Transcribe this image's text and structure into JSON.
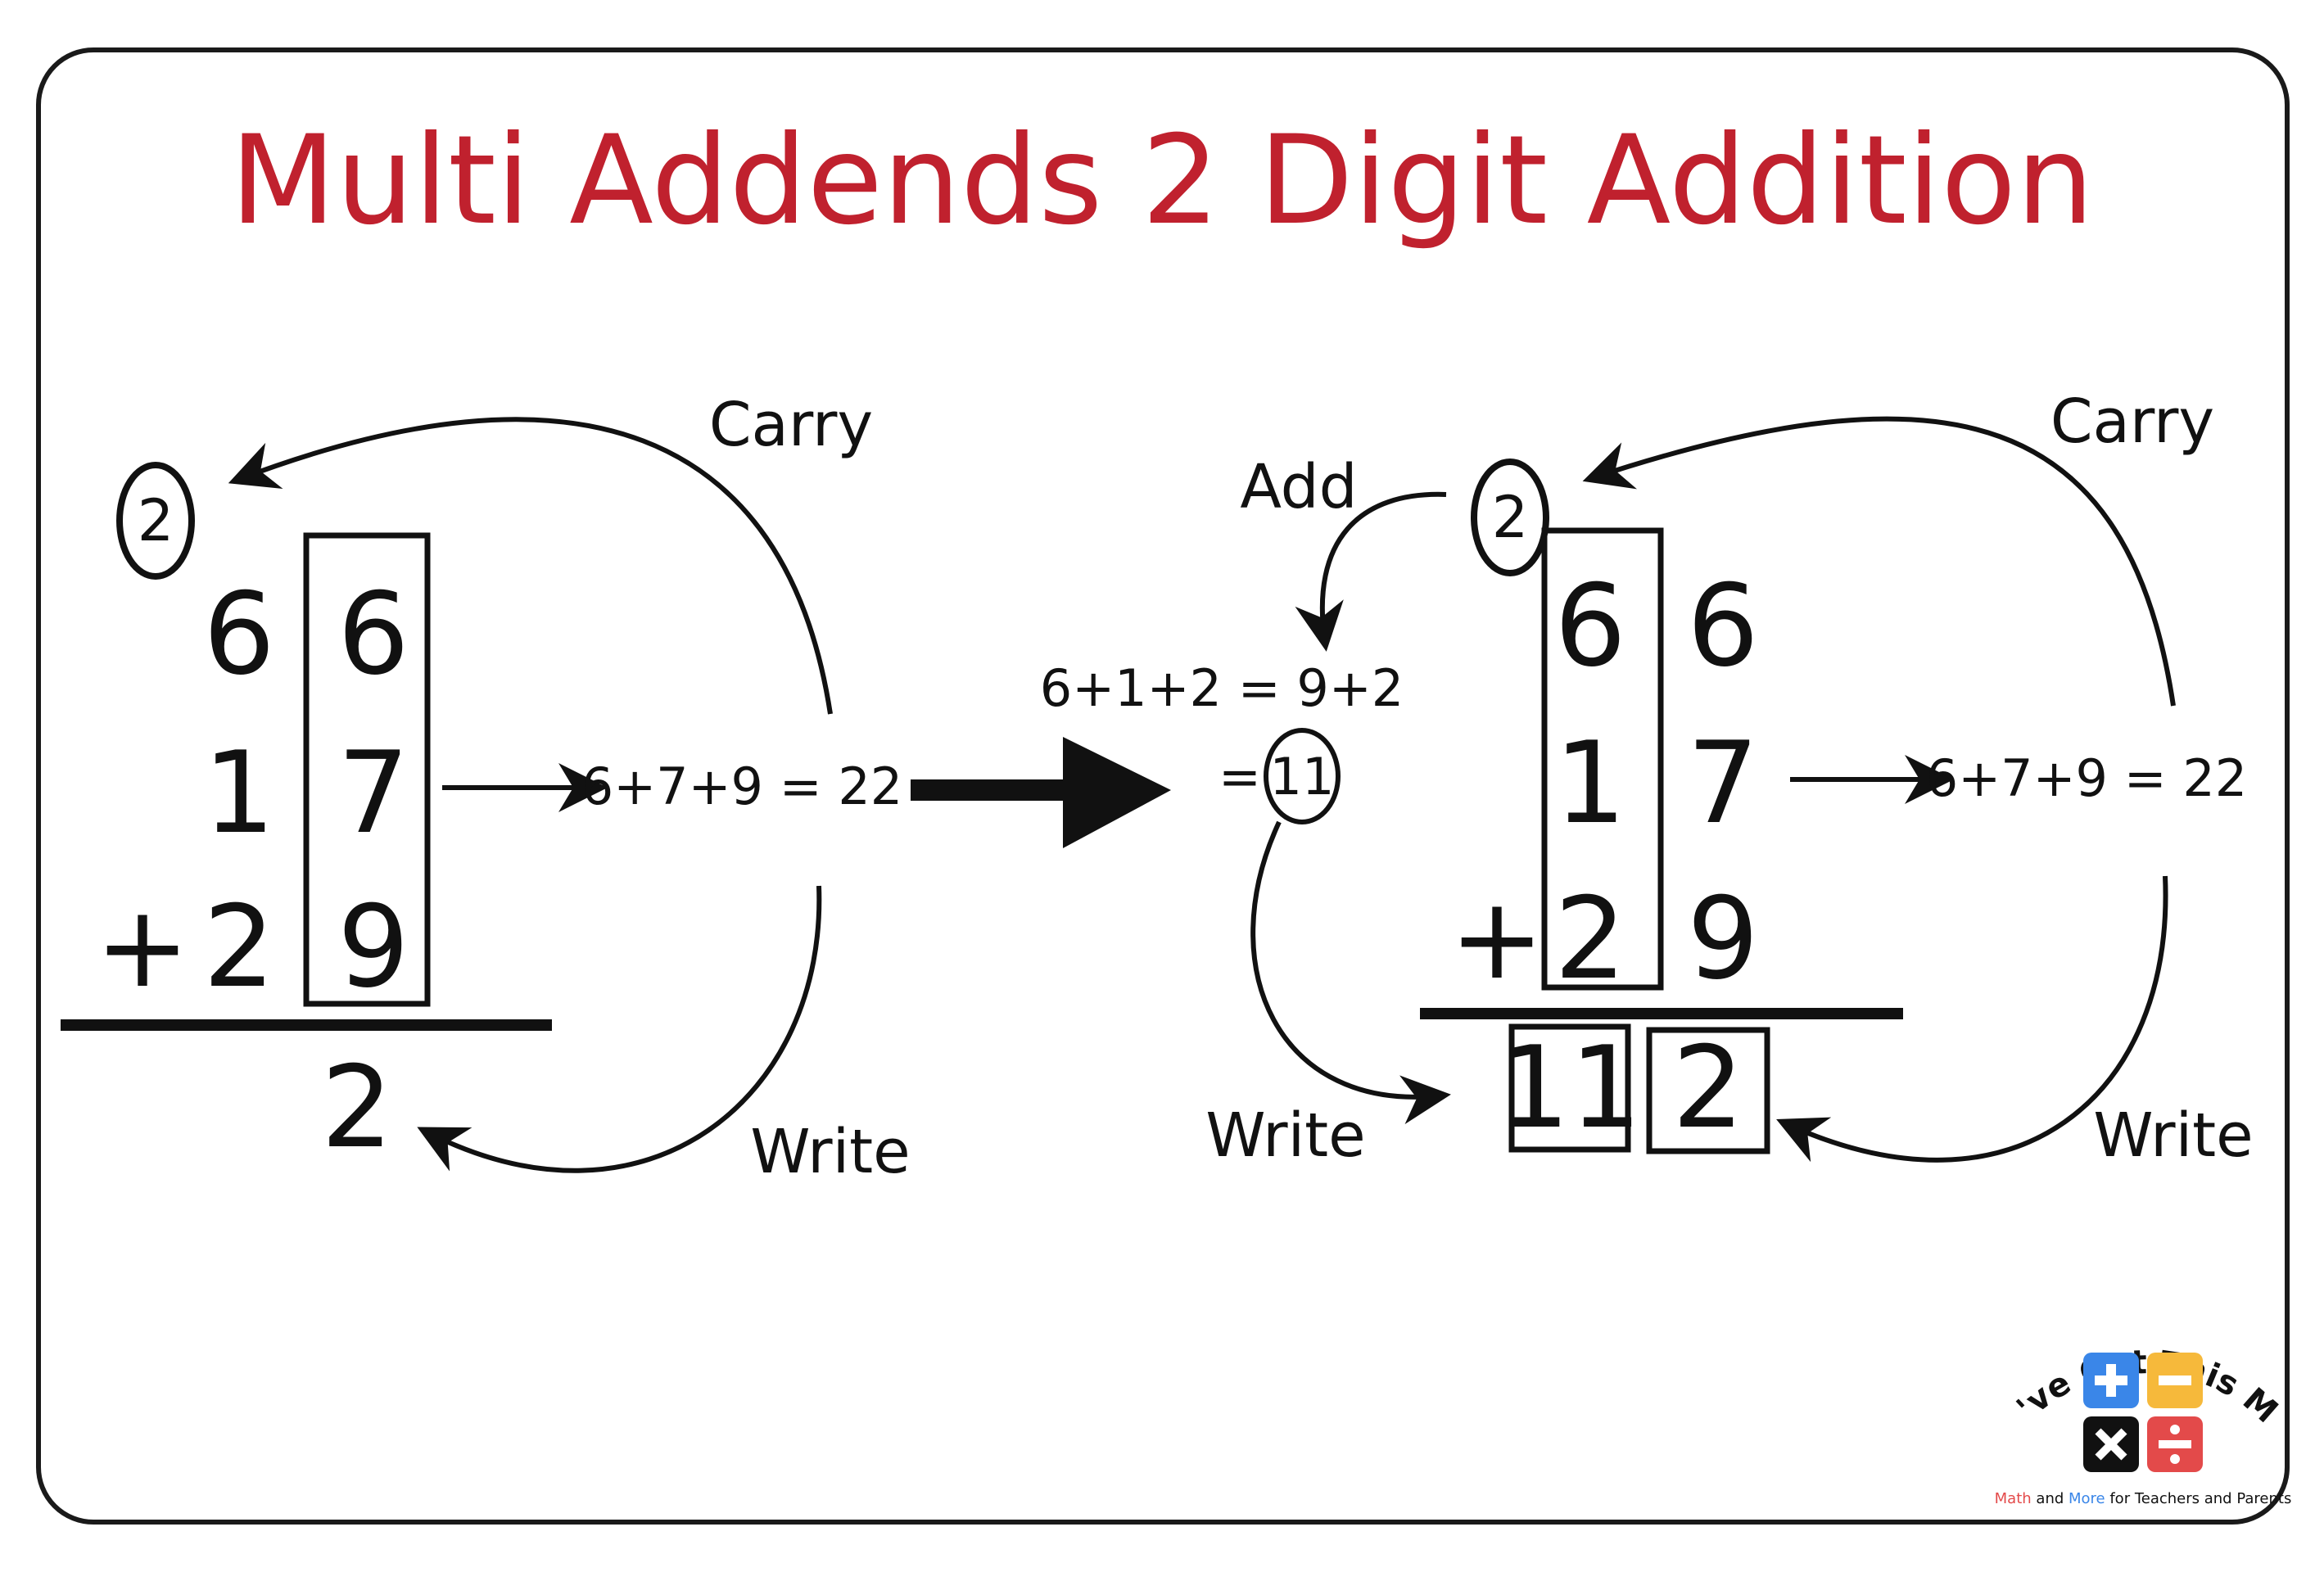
{
  "title": "Multi Addends 2 Digit Addition",
  "colors": {
    "title": "#c0212e",
    "ink": "#111111",
    "plus": "#3a86e8",
    "minus": "#f6b93b",
    "times": "#111111",
    "divide": "#e34a4a"
  },
  "left_problem": {
    "carry_digit": "2",
    "rows": [
      [
        "6",
        "6"
      ],
      [
        "1",
        "7"
      ],
      [
        "2",
        "9"
      ]
    ],
    "operator": "+",
    "equation": "6+7+9 = 22",
    "result": "2",
    "carry_label": "Carry",
    "write_label": "Write"
  },
  "right_problem": {
    "carry_digit": "2",
    "rows": [
      [
        "6",
        "6"
      ],
      [
        "1",
        "7"
      ],
      [
        "2",
        "9"
      ]
    ],
    "operator": "+",
    "add_label": "Add",
    "add_equation": "6+1+2 = 9+2",
    "add_equals": "=",
    "add_result": "11",
    "equation": "6+7+9 = 22",
    "result_tens": "11",
    "result_ones": "2",
    "carry_label": "Carry",
    "write_label_left": "Write",
    "write_label_right": "Write"
  },
  "logo": {
    "arc_text": "You've Got This Math",
    "tagline_part1": "Math",
    "tagline_part2": " and ",
    "tagline_part3": "More",
    "tagline_part4": " for Teachers and Parents",
    "icons": [
      "plus-icon",
      "minus-icon",
      "times-icon",
      "divide-icon"
    ]
  }
}
